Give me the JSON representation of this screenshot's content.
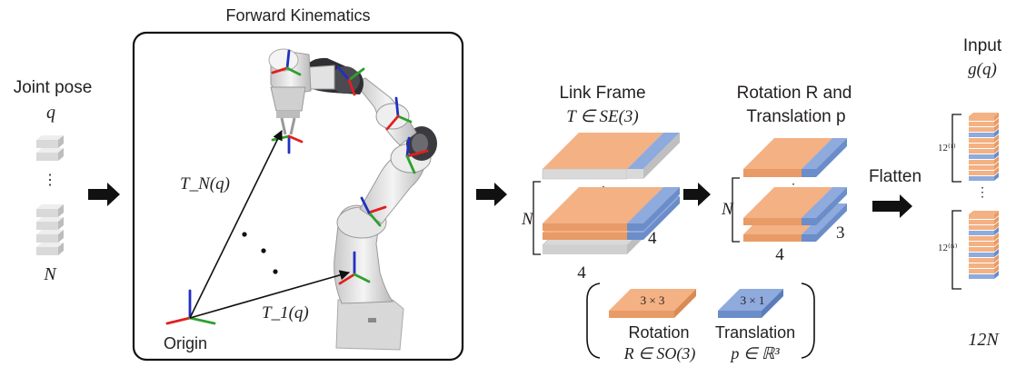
{
  "title": "Forward Kinematics",
  "joint_pose": {
    "label": "Joint pose",
    "var": "q",
    "dots": "⋮",
    "count": "N"
  },
  "robot": {
    "origin_label": "Origin",
    "tn_label": "T_N(q)",
    "t1_label": "T_1(q)",
    "dots": "• • •"
  },
  "link_frame": {
    "title_line1": "Link Frame",
    "title_line2": "T ∈ SE(3)",
    "n_label": "N",
    "rows_label": "4",
    "cols_label": "4",
    "dots": "⋮"
  },
  "rot_trans": {
    "title_line1": "Rotation R and",
    "title_line2": "Translation p",
    "n_label": "N",
    "rows_label": "4",
    "cols_label": "3",
    "dots": "⋮"
  },
  "legend": {
    "rot_dim": "3 × 3",
    "rot_name": "Rotation",
    "rot_set": "R ∈ SO(3)",
    "trans_dim": "3 × 1",
    "trans_name": "Translation",
    "trans_set": "p ∈ ℝ³"
  },
  "flatten_label": "Flatten",
  "input": {
    "title_line1": "Input",
    "title_line2": "g(q)",
    "group1_label": "12⁽¹⁾",
    "group2_label": "12⁽ᴺ⁾",
    "dots": "⋮",
    "total_label": "12N"
  },
  "colors": {
    "rotation": "#f4b183",
    "rotation_side": "#e89b66",
    "translation": "#8faadc",
    "translation_side": "#6b8dc9",
    "gray": "#d9d9d9",
    "gray_side": "#bfbfbf",
    "axis_x": "#e02020",
    "axis_y": "#2ea02e",
    "axis_z": "#2030c0"
  }
}
